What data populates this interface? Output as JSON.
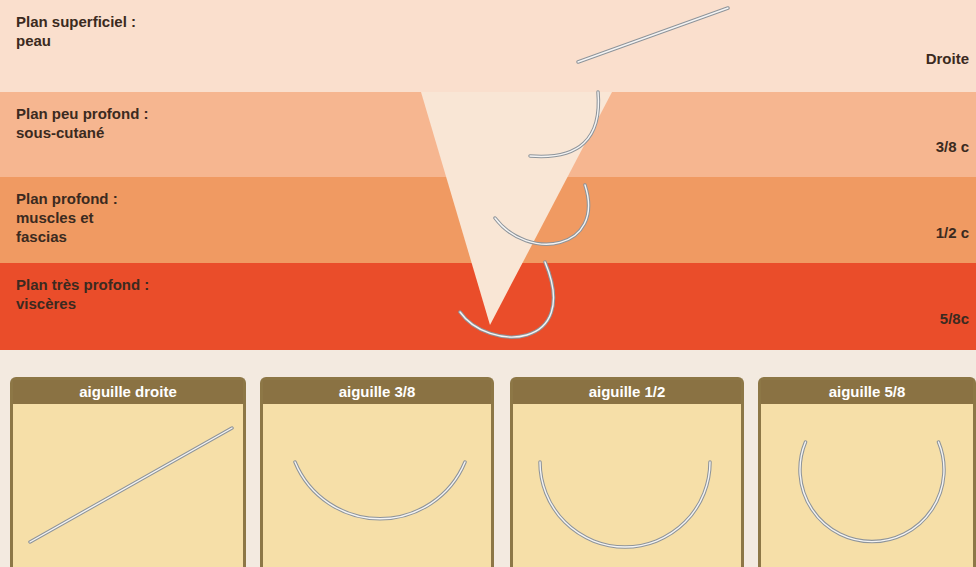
{
  "diagram": {
    "nodes": [
      {
        "text": [
          "Plan superficiel : peau",
          "Droite"
        ]
      },
      {
        "text": [
          "Plan peu profond : sous-cutané",
          "3/8 c"
        ]
      },
      {
        "text": [
          "Plan profond : muscles et fascias",
          "1/2 c"
        ]
      },
      {
        "text": [
          "Plan très profond : viscères",
          "5/8c"
        ]
      },
      {
        "text": [
          "aiguille droite"
        ]
      },
      {
        "text": [
          "aiguille 3/8"
        ]
      },
      {
        "text": [
          "aiguille 1/2"
        ]
      },
      {
        "text": [
          "aiguille 5/8"
        ]
      }
    ]
  }
}
